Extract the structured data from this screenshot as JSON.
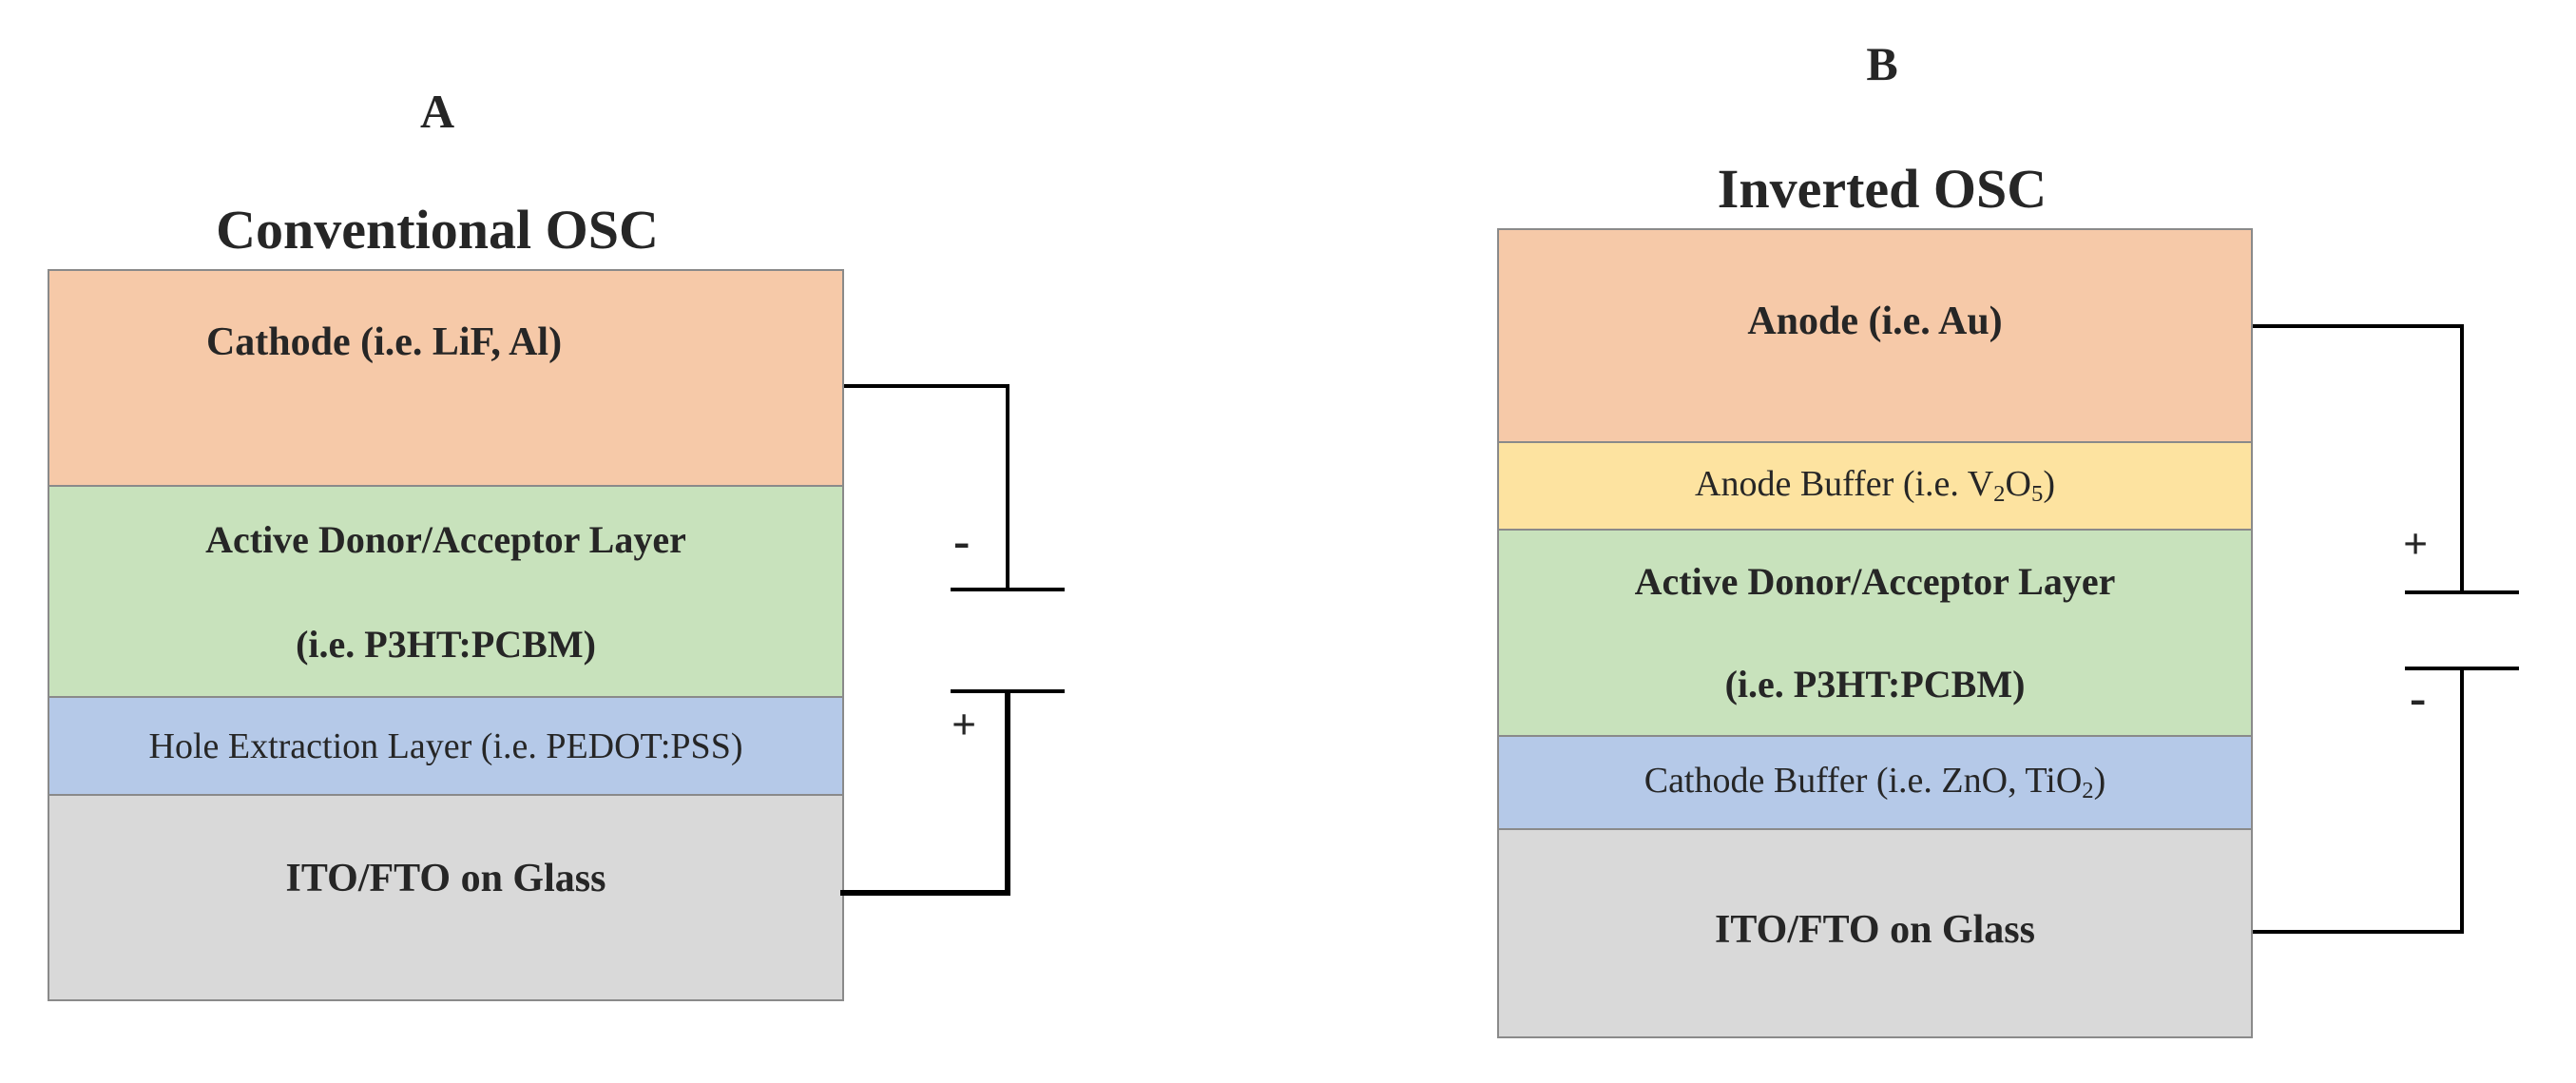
{
  "colors": {
    "electrode": "#f6c9a8",
    "buffer_anode": "#fde3a0",
    "active": "#c8e2bc",
    "hole_cathode_buffer": "#b5c9e8",
    "substrate": "#d9d9d9",
    "border": "#8a8a8a",
    "wire": "#000000"
  },
  "panel_a": {
    "letter": "A",
    "title": "Conventional OSC",
    "layers": {
      "cathode": "Cathode (i.e. LiF, Al)",
      "active_line1": "Active Donor/Acceptor Layer",
      "active_line2": "(i.e. P3HT:PCBM)",
      "hole_extraction": "Hole Extraction Layer (i.e. PEDOT:PSS)",
      "substrate": "ITO/FTO on Glass"
    },
    "battery": {
      "top_sign": "-",
      "bottom_sign": "+"
    }
  },
  "panel_b": {
    "letter": "B",
    "title": "Inverted OSC",
    "layers": {
      "anode": "Anode (i.e. Au)",
      "anode_buffer_prefix": "Anode Buffer (i.e. V",
      "anode_buffer_sub1": "2",
      "anode_buffer_mid": "O",
      "anode_buffer_sub2": "5",
      "anode_buffer_suffix": ")",
      "active_line1": "Active Donor/Acceptor Layer",
      "active_line2": "(i.e. P3HT:PCBM)",
      "cathode_buffer_prefix": "Cathode Buffer (i.e. ZnO, TiO",
      "cathode_buffer_sub": "2",
      "cathode_buffer_suffix": ")",
      "substrate": "ITO/FTO on Glass"
    },
    "battery": {
      "top_sign": "+",
      "bottom_sign": "-"
    }
  }
}
